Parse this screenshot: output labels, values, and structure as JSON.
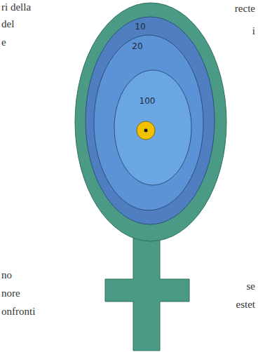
{
  "diagram": {
    "labels": [
      "ri della",
      "del",
      "e",
      "recte",
      "i",
      "no",
      "nore",
      "onfronti",
      "se",
      "estet",
      "10",
      "20",
      "100"
    ]
  }
}
